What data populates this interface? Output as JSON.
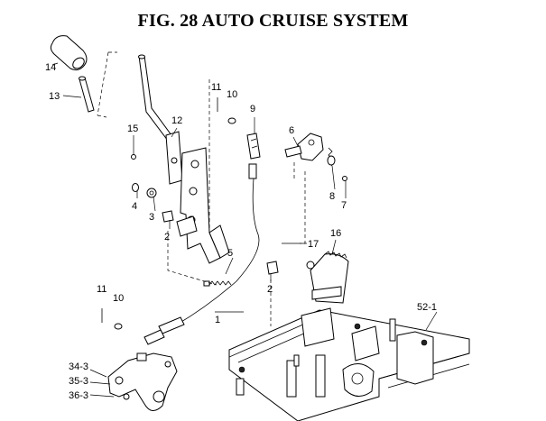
{
  "figure": {
    "title": "FIG. 28  AUTO CRUISE SYSTEM"
  },
  "callouts": {
    "c14": "14",
    "c13": "13",
    "c15": "15",
    "c12": "12",
    "c11a": "11",
    "c10a": "10",
    "c9": "9",
    "c6": "6",
    "c8": "8",
    "c7": "7",
    "c4": "4",
    "c3": "3",
    "c2a": "2",
    "c17": "17",
    "c16": "16",
    "c5": "5",
    "c2b": "2",
    "c11b": "11",
    "c10b": "10",
    "c1": "1",
    "c52": "52-1",
    "c34": "34-3",
    "c35": "35-3",
    "c36": "36-3"
  }
}
